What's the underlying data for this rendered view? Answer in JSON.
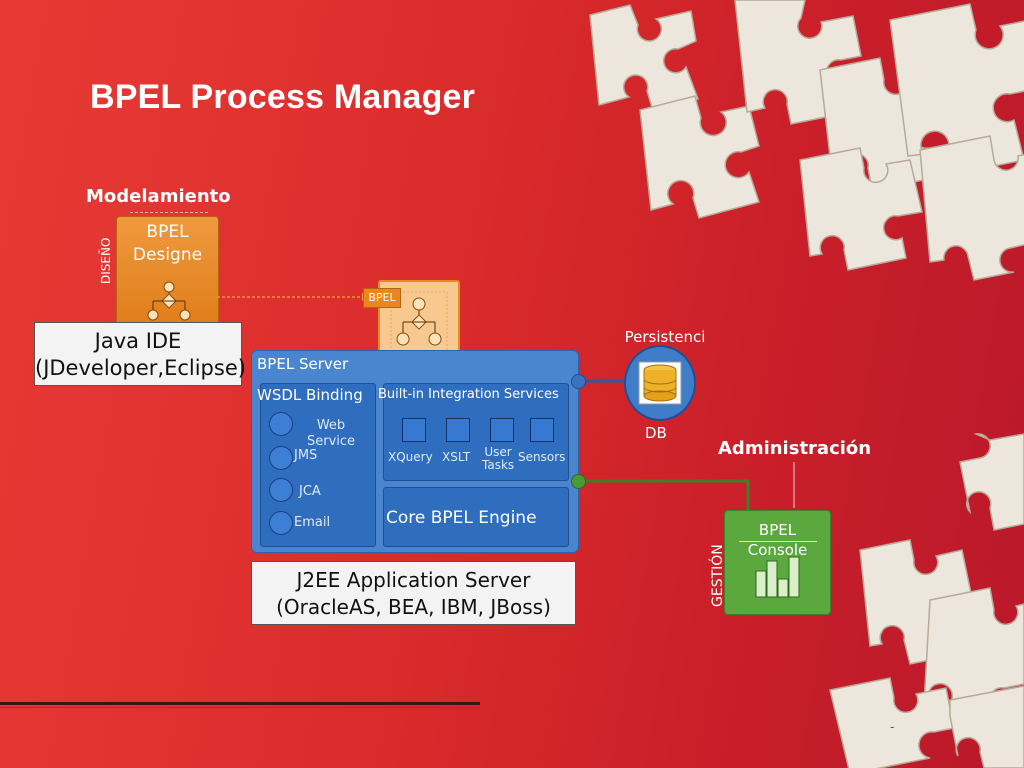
{
  "title": "BPEL Process Manager",
  "modeling": {
    "heading": "Modelamiento",
    "side_label": "DISEÑO",
    "designer_label": "BPEL\nDesigne",
    "ide_label": "Java IDE\n(JDeveloper,Eclipse)"
  },
  "bpel_badge": "BPEL",
  "server": {
    "title": "BPEL Server",
    "wsdl": {
      "title": "WSDL Binding",
      "items": [
        "Web\nService",
        "JMS",
        "JCA",
        "Email"
      ]
    },
    "integration": {
      "title": "Built-in Integration Services",
      "items": [
        "XQuery",
        "XSLT",
        "User\nTasks",
        "Sensors"
      ]
    },
    "engine": "Core BPEL Engine",
    "app_server": "J2EE Application Server\n(OracleAS, BEA, IBM, JBoss)"
  },
  "persistence": {
    "label": "Persistenci\na",
    "db_label": "DB"
  },
  "admin": {
    "heading": "Administración",
    "side_label": "GESTIÓN",
    "console_label": "BPEL\nConsole"
  },
  "footer_mark": "-",
  "colors": {
    "background": "#d92b2b",
    "designer": "#e8861f",
    "server": "#4a86cf",
    "console": "#5aa83e",
    "puzzle": "#ece5dc"
  }
}
